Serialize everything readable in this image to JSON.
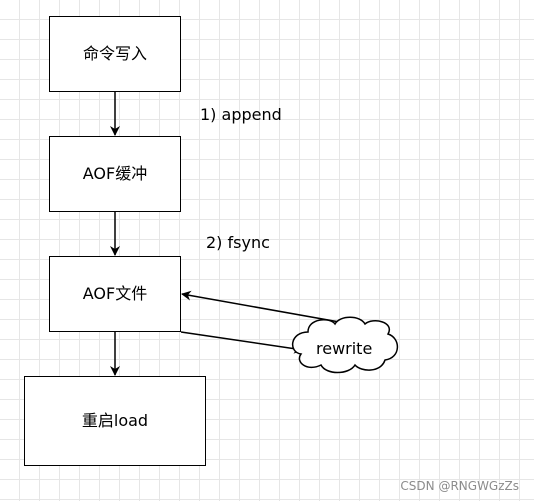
{
  "diagram": {
    "nodes": {
      "command": "命令写入",
      "buffer": "AOF缓冲",
      "file": "AOF文件",
      "reload": "重启load",
      "rewrite": "rewrite"
    },
    "edge_labels": {
      "append": "1) append",
      "fsync": "2) fsync"
    }
  },
  "watermark": "CSDN @RNGWGzZs"
}
